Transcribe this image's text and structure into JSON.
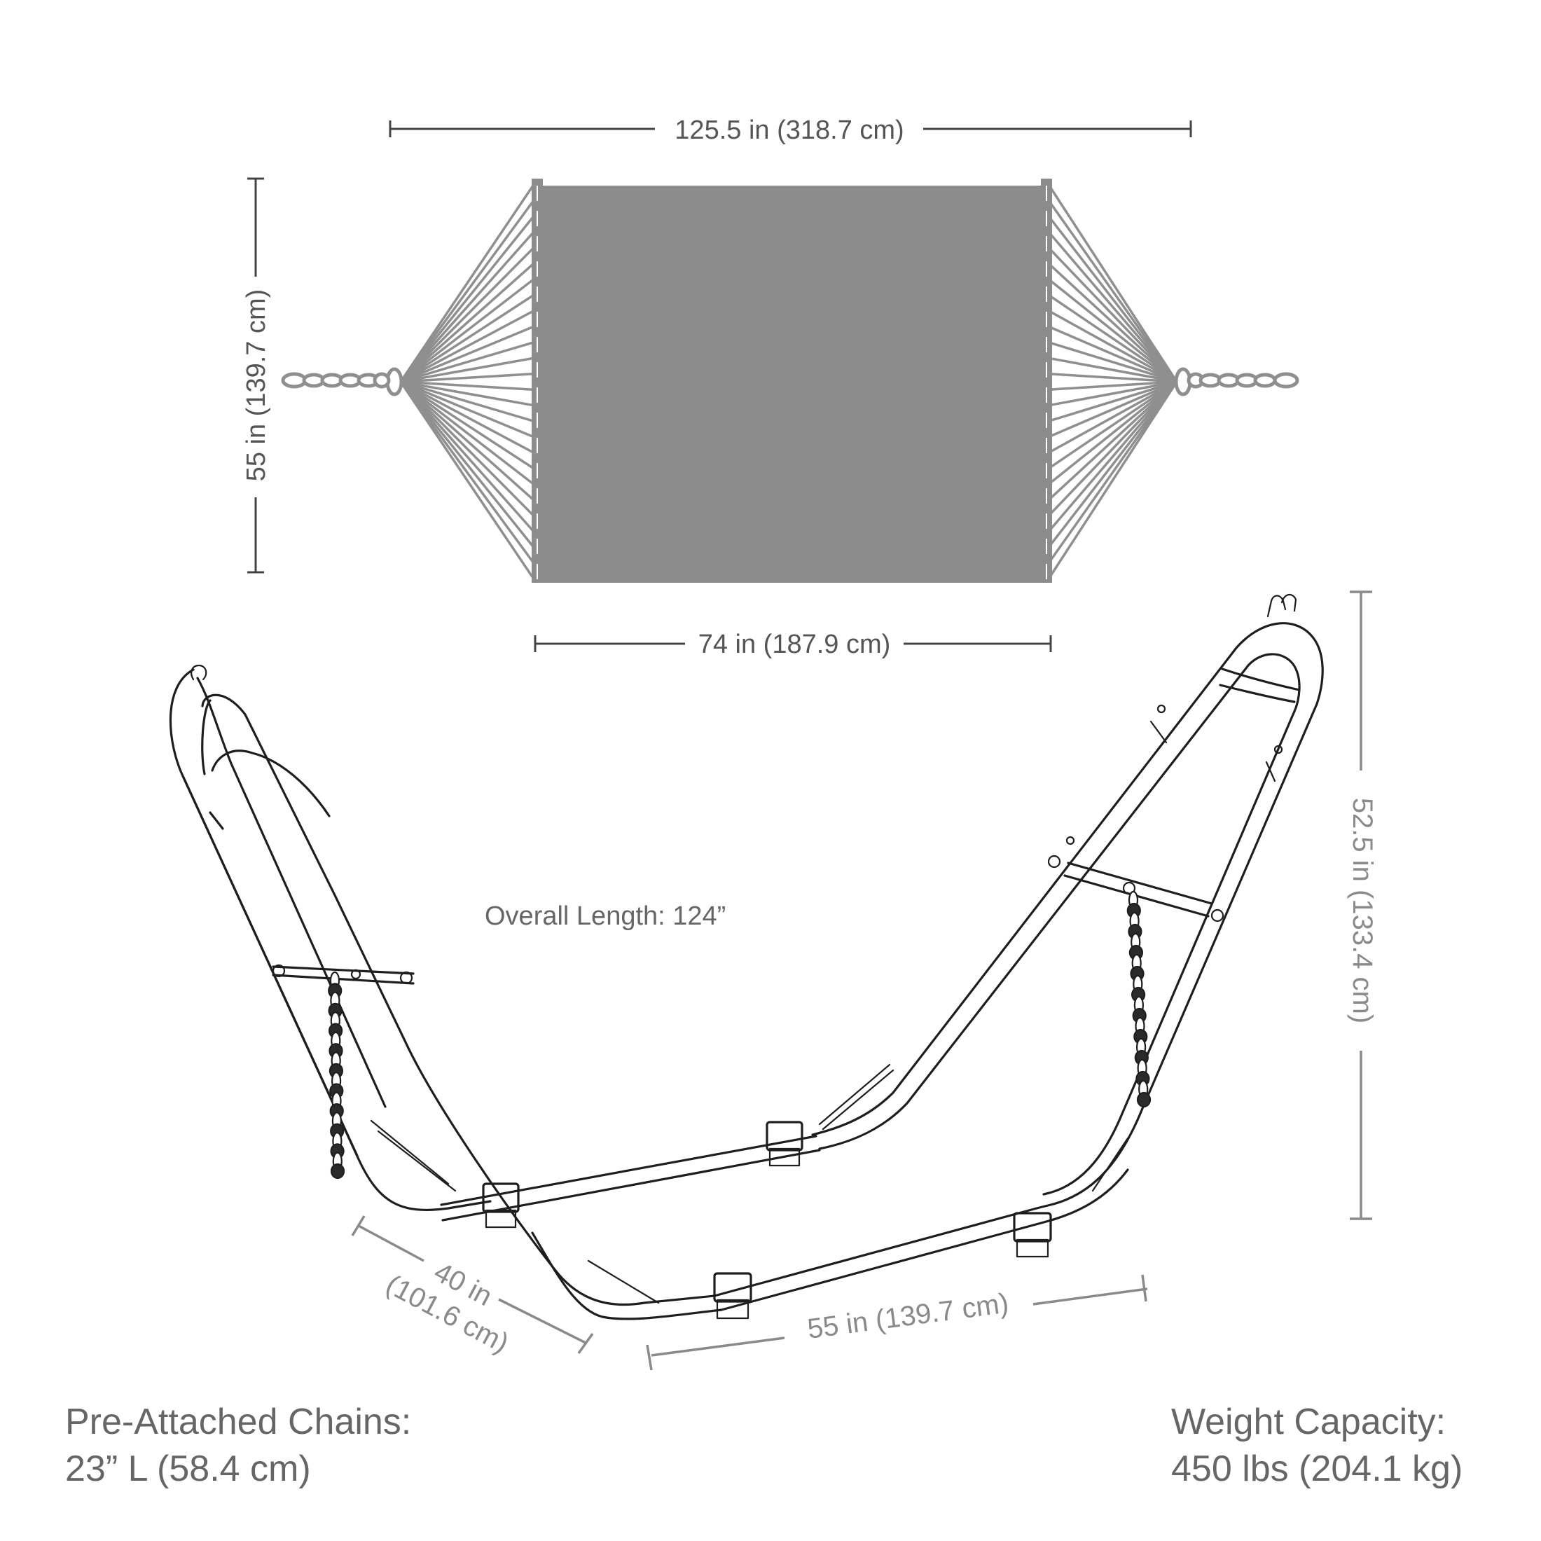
{
  "dimensions": {
    "hammock_overall_length": "125.5 in (318.7 cm)",
    "hammock_width": "55 in (139.7 cm)",
    "hammock_bed_length": "74 in (187.9 cm)",
    "stand_height": "52.5 in (133.4 cm)",
    "stand_depth_line1": "40 in",
    "stand_depth_line2": "(101.6 cm)",
    "stand_width": "55 in (139.7 cm)"
  },
  "overall_length": "Overall Length: 124”",
  "chains": {
    "label": "Pre-Attached Chains:",
    "value": "23” L (58.4 cm)"
  },
  "capacity": {
    "label": "Weight Capacity:",
    "value": "450 lbs (204.1 kg)"
  },
  "colors": {
    "hammock_fill": "#8c8c8c",
    "rope": "#8f8f8f",
    "frame_line": "#1e1e1e",
    "text": "#666666",
    "dimension_line": "#444444"
  }
}
